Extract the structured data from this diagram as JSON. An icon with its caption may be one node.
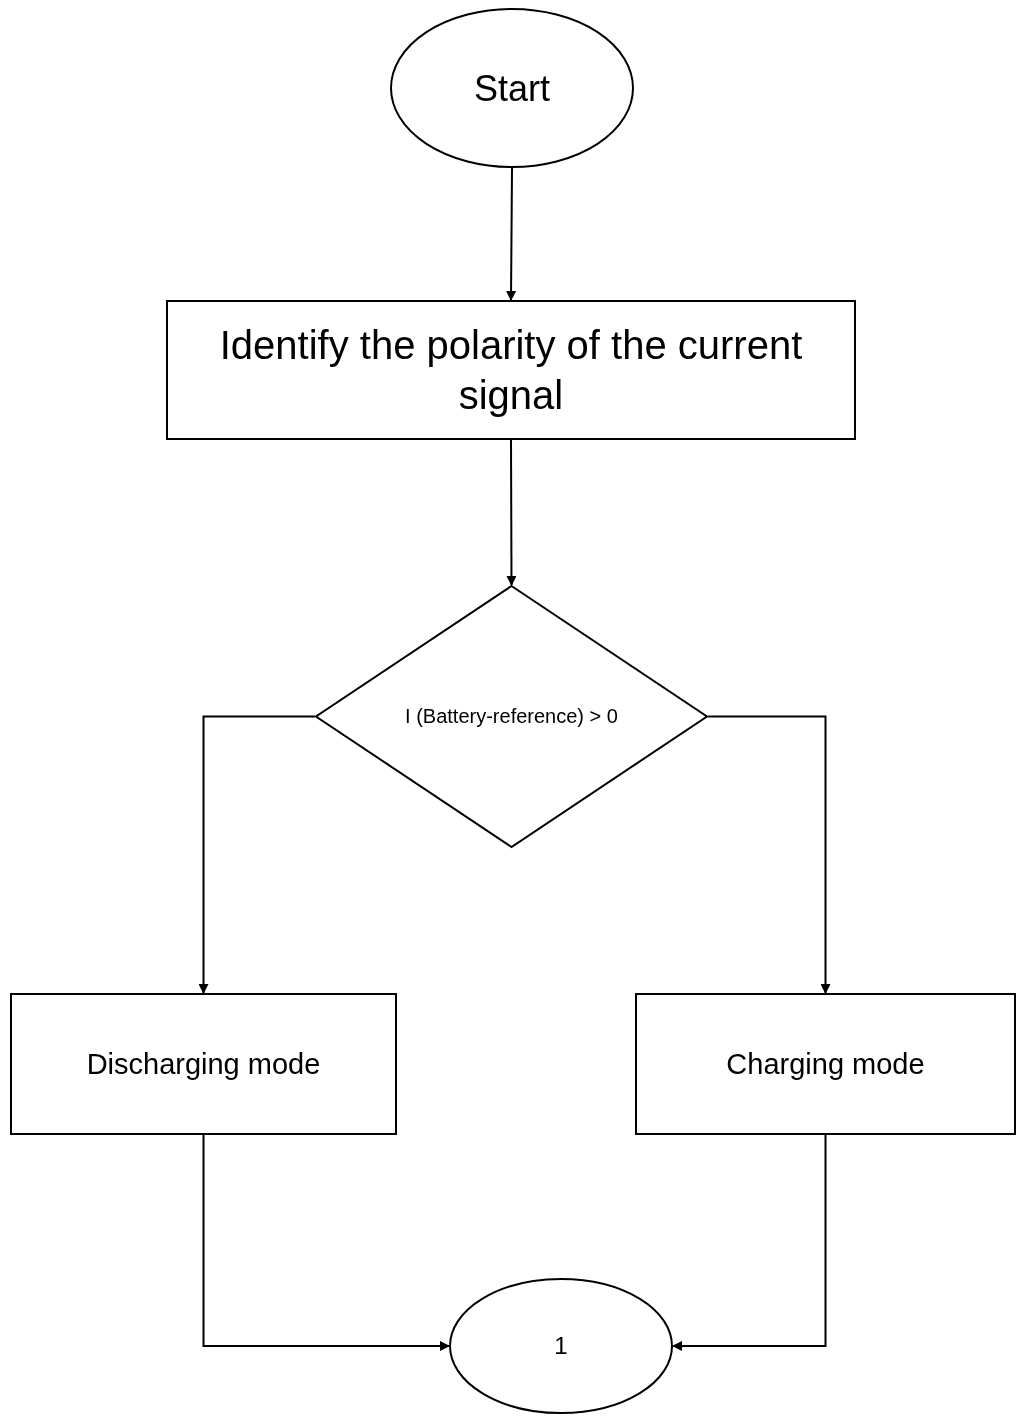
{
  "diagram": {
    "nodes": [
      {
        "text": [
          "Start"
        ]
      },
      {
        "text": [
          "Identify the polarity of the current signal"
        ]
      },
      {
        "text": [
          "I (Battery-reference) > 0"
        ]
      },
      {
        "text": [
          "Discharging mode"
        ]
      },
      {
        "text": [
          "Charging mode"
        ]
      },
      {
        "text": [
          "1"
        ]
      }
    ],
    "edges": [
      {
        "from": 0,
        "to": 1,
        "arrow": "to"
      },
      {
        "from": 1,
        "to": 2,
        "arrow": "to"
      },
      {
        "from": 2,
        "to": 3,
        "arrow": "to"
      },
      {
        "from": 2,
        "to": 4,
        "arrow": "to"
      },
      {
        "from": 3,
        "to": 5,
        "arrow": "to"
      },
      {
        "from": 4,
        "to": 5,
        "arrow": "to"
      }
    ]
  }
}
